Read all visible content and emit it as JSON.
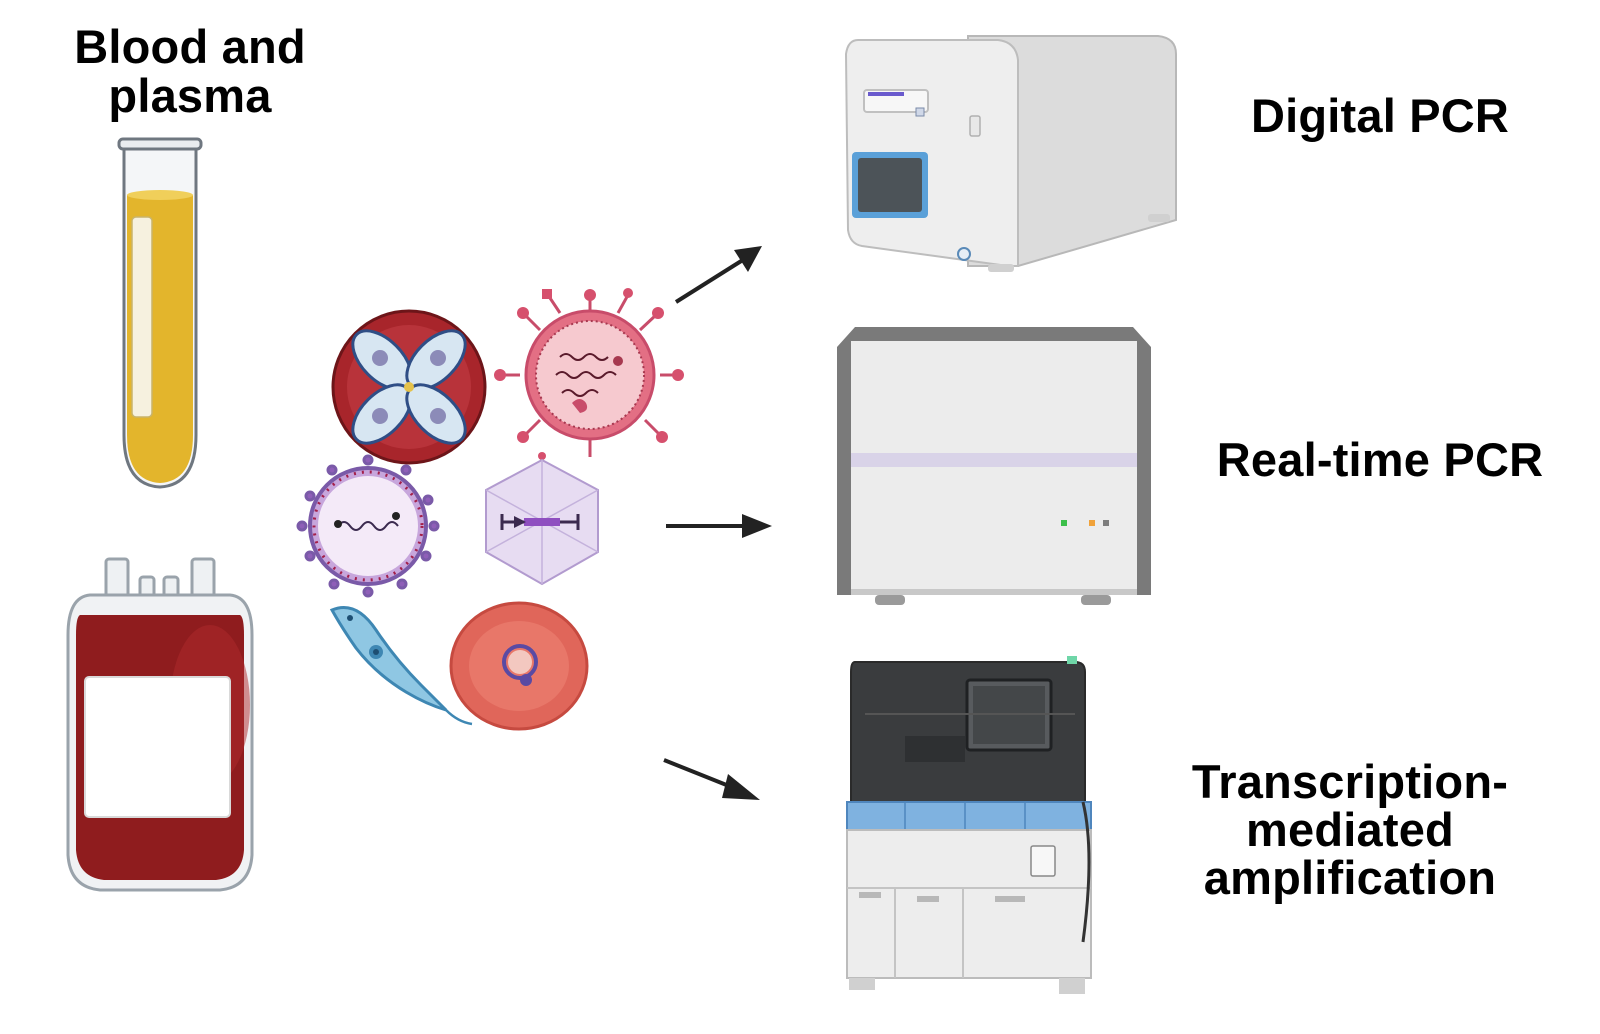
{
  "source": {
    "label_line1": "Blood and",
    "label_line2": "plasma"
  },
  "methods": {
    "digital_pcr": "Digital PCR",
    "realtime_pcr": "Real-time PCR",
    "tma_line1": "Transcription-",
    "tma_line2": "mediated",
    "tma_line3": "amplification"
  },
  "colors": {
    "plasma": "#e3b52c",
    "blood": "#8f1c1e",
    "instrument_blue": "#7fb2e0",
    "arrow": "#222222"
  }
}
